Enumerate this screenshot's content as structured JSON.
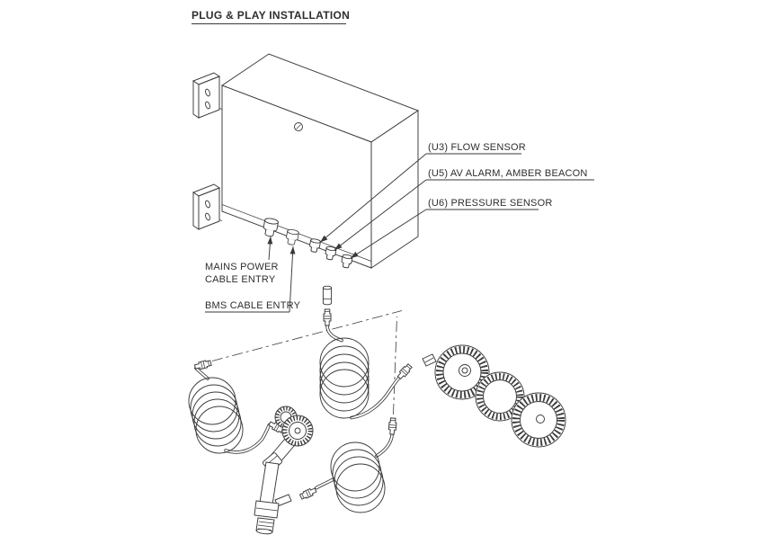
{
  "title": "PLUG & PLAY INSTALLATION",
  "callouts": {
    "u3": "(U3) FLOW SENSOR",
    "u5": "(U5) AV ALARM, AMBER BEACON",
    "u6": "(U6) PRESSURE SENSOR",
    "mains_line1": "MAINS POWER",
    "mains_line2": "CABLE ENTRY",
    "bms": "BMS CABLE ENTRY"
  },
  "colors": {
    "line": "#3a3a3a",
    "background": "#ffffff"
  }
}
